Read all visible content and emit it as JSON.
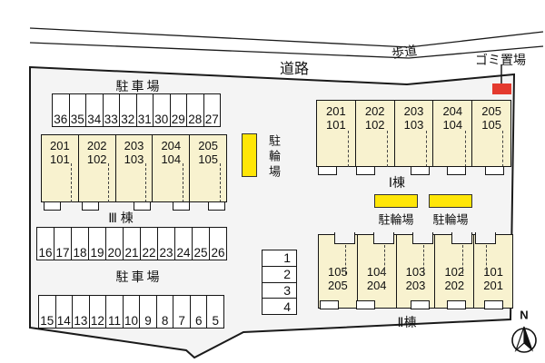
{
  "site": {
    "road_label": "道路",
    "sidewalk_label": "歩道",
    "garbage_label": "ゴミ置場",
    "colors": {
      "site_fill": "#f4f4f4",
      "building_fill": "#f8f2cf",
      "bike_fill": "#ffe607",
      "garbage_fill": "#e43a2e",
      "line": "#1a1a1a"
    }
  },
  "parking": {
    "label_top": "駐車場",
    "label_bottom": "駐車場",
    "row_top": [
      "36",
      "35",
      "34",
      "33",
      "32",
      "31",
      "30",
      "29",
      "28",
      "27"
    ],
    "row_mid": [
      "16",
      "17",
      "18",
      "19",
      "20",
      "21",
      "22",
      "23",
      "24",
      "25",
      "26"
    ],
    "row_low": [
      "15",
      "14",
      "13",
      "12",
      "11",
      "10",
      "9",
      "8",
      "7",
      "6",
      "5"
    ],
    "row_side": [
      "1",
      "2",
      "3",
      "4"
    ]
  },
  "bike": {
    "label_vertical": "駐輪場",
    "label_left": "駐輪場",
    "label_right": "駐輪場"
  },
  "buildings": {
    "b1": {
      "label": "Ⅰ棟",
      "units": [
        {
          "t": "201",
          "b": "101"
        },
        {
          "t": "202",
          "b": "102"
        },
        {
          "t": "203",
          "b": "103"
        },
        {
          "t": "204",
          "b": "104"
        },
        {
          "t": "205",
          "b": "105"
        }
      ]
    },
    "b2": {
      "label": "Ⅱ棟",
      "units": [
        {
          "t": "105",
          "b": "205"
        },
        {
          "t": "104",
          "b": "204"
        },
        {
          "t": "103",
          "b": "203"
        },
        {
          "t": "102",
          "b": "202"
        },
        {
          "t": "101",
          "b": "201"
        }
      ]
    },
    "b3": {
      "label": "Ⅲ 棟",
      "units": [
        {
          "t": "201",
          "b": "101"
        },
        {
          "t": "202",
          "b": "102"
        },
        {
          "t": "203",
          "b": "103"
        },
        {
          "t": "204",
          "b": "104"
        },
        {
          "t": "205",
          "b": "105"
        }
      ]
    }
  },
  "compass": {
    "north_label": "N"
  }
}
